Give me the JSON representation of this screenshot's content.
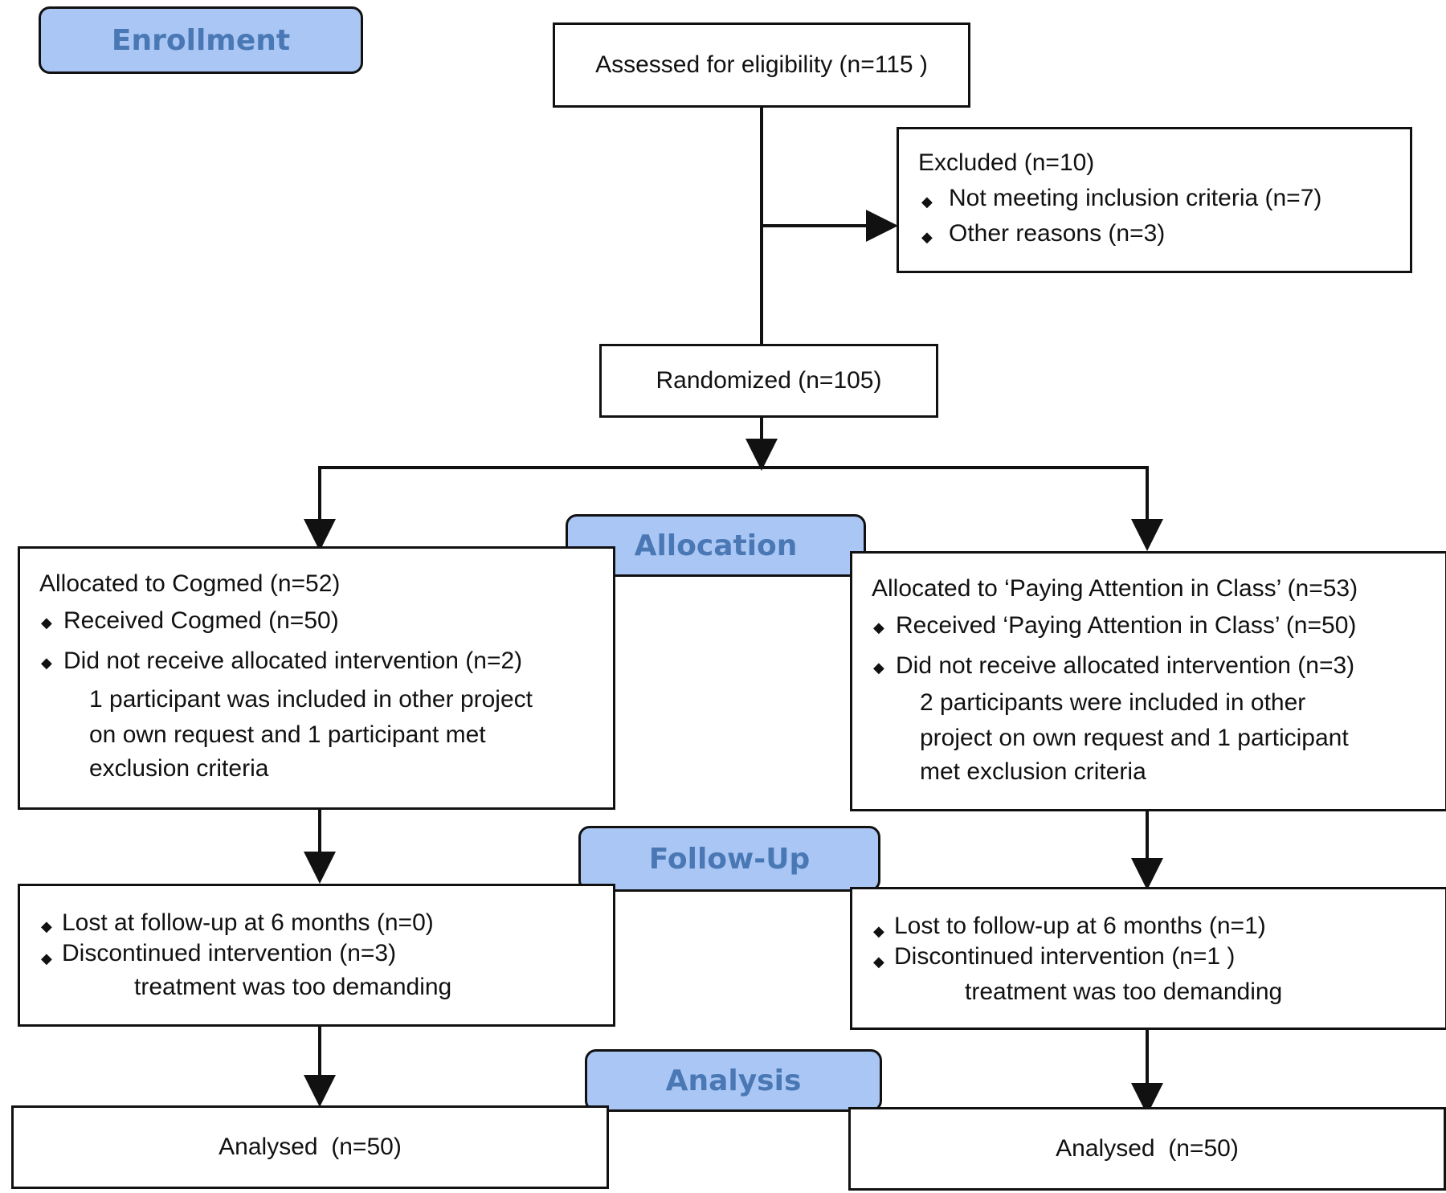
{
  "stages": {
    "enrollment": "Enrollment",
    "allocation": "Allocation",
    "follow_up": "Follow-Up",
    "analysis": "Analysis"
  },
  "enrollment": {
    "assessed": "Assessed for eligibility (n=115 )",
    "excluded_title": "Excluded (n=10)",
    "excluded_items": [
      "Not meeting inclusion criteria (n=7)",
      "Other reasons (n=3)"
    ],
    "randomized": "Randomized (n=105)"
  },
  "left_arm": {
    "allocated": "Allocated to Cogmed (n=52)",
    "received": "Received Cogmed (n=50)",
    "not_received": "Did not receive allocated intervention (n=2)",
    "reason_lines": [
      "1 participant was included in other project",
      "on own request and 1 participant met",
      "exclusion criteria"
    ],
    "lost": "Lost at follow-up at 6 months (n=0)",
    "discontinued": "Discontinued intervention (n=3)",
    "discontinued_reason": "treatment was too demanding",
    "analysed": "Analysed  (n=50)"
  },
  "right_arm": {
    "allocated": "Allocated to ‘Paying Attention in Class’ (n=53)",
    "received": "Received ‘Paying Attention in Class’ (n=50)",
    "not_received": "Did not receive allocated intervention (n=3)",
    "reason_lines": [
      "2 participants were included in other",
      "project on own request and 1 participant",
      "met exclusion criteria"
    ],
    "lost": "Lost to follow-up at 6 months (n=1)",
    "discontinued": "Discontinued intervention (n=1 )",
    "discontinued_reason": "treatment was too demanding",
    "analysed": "Analysed  (n=50)"
  },
  "bullet_symbol": "◆",
  "colors": {
    "stage_fill": "#a9c6f4",
    "stage_text": "#4a78b4",
    "line": "#111111"
  }
}
